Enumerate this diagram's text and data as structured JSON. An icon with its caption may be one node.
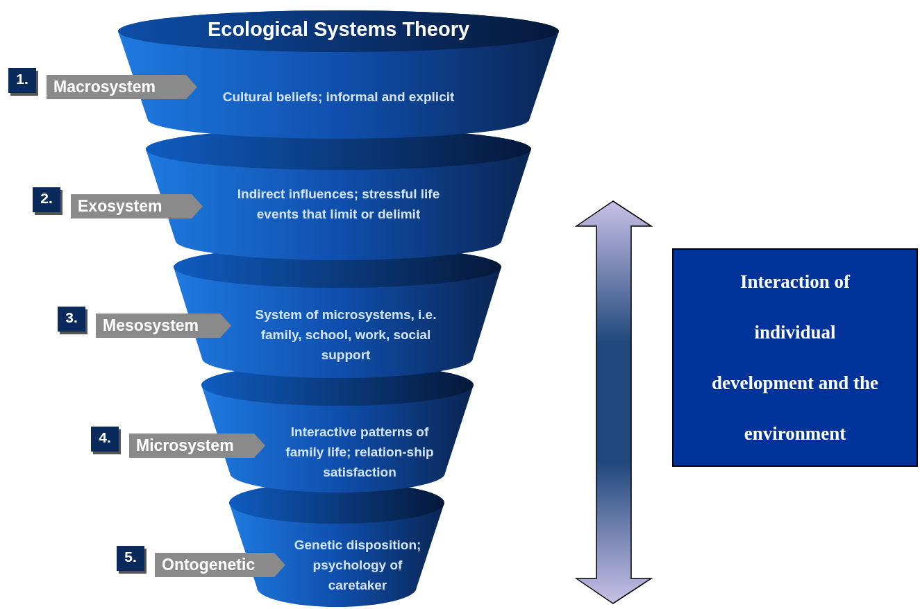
{
  "diagram": {
    "title": "Ecological Systems Theory",
    "nodes": [
      {
        "text": [
          "Cultural beliefs; informal and explicit"
        ]
      },
      {
        "text": [
          "Indirect influences; stressful life events that limit or delimit"
        ]
      },
      {
        "text": [
          "System of microsystems, i.e. family, school, work, social support"
        ]
      },
      {
        "text": [
          "Interactive patterns of family life; relation-ship satisfaction"
        ]
      },
      {
        "text": [
          "Genetic disposition; psychology of caretaker"
        ]
      },
      {
        "text": [
          "1.",
          "Macrosystem"
        ]
      },
      {
        "text": [
          "2.",
          "Exosystem"
        ]
      },
      {
        "text": [
          "3.",
          "Mesosystem"
        ]
      },
      {
        "text": [
          "4.",
          "Microsystem"
        ]
      },
      {
        "text": [
          "5.",
          "Ontogenetic"
        ]
      },
      {
        "text": [
          "Interaction of individual development and the environment"
        ]
      }
    ]
  }
}
